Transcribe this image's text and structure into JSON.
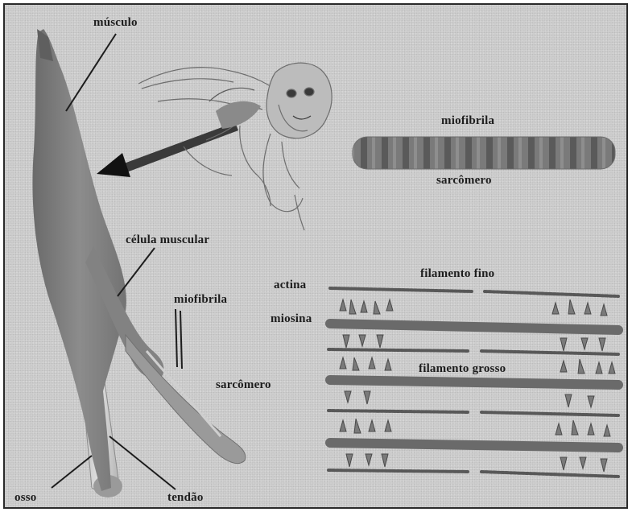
{
  "labels": {
    "musculo": "músculo",
    "miofibrila_top": "miofibrila",
    "sarcomero_top": "sarcômero",
    "celula_muscular": "célula muscular",
    "miofibrila_mid": "miofibrila",
    "sarcomero_mid": "sarcômero",
    "osso": "osso",
    "tendao": "tendão",
    "actina": "actina",
    "miosina": "miosina",
    "filamento_fino": "filamento fino",
    "filamento_grosso": "filamento grosso"
  },
  "colors": {
    "background": "#d2d2d2",
    "muscle": "#7e7e7e",
    "ink": "#1d1d1d",
    "filament": "#5c5c5c",
    "myosin_head": "#6a6a6a"
  }
}
